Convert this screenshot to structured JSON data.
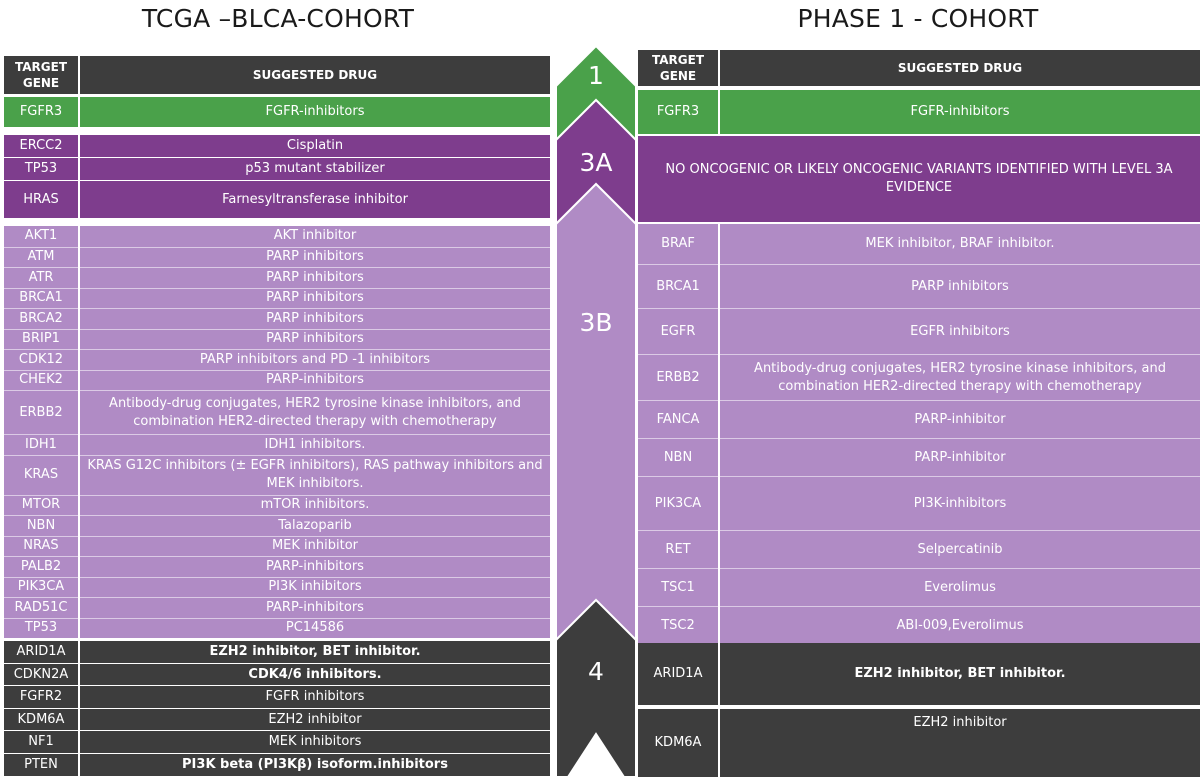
{
  "left_title": "TCGA –BLCA-COHORT",
  "right_title": "PHASE 1 - COHORT",
  "col_gene": "TARGET GENE",
  "col_drug": "SUGGESTED DRUG",
  "levels": {
    "l1": "1",
    "l3a": "3A",
    "l3b": "3B",
    "l4": "4"
  },
  "left": {
    "l1": [
      {
        "gene": "FGFR3",
        "drug": "FGFR-inhibitors"
      }
    ],
    "l3a": [
      {
        "gene": "ERCC2",
        "drug": "Cisplatin"
      },
      {
        "gene": "TP53",
        "drug": "p53 mutant stabilizer"
      },
      {
        "gene": "HRAS",
        "drug": "Farnesyltransferase inhibitor"
      }
    ],
    "l3b": [
      {
        "gene": "AKT1",
        "drug": "AKT inhibitor"
      },
      {
        "gene": "ATM",
        "drug": "PARP inhibitors"
      },
      {
        "gene": "ATR",
        "drug": "PARP inhibitors"
      },
      {
        "gene": "BRCA1",
        "drug": "PARP inhibitors"
      },
      {
        "gene": "BRCA2",
        "drug": "PARP inhibitors"
      },
      {
        "gene": "BRIP1",
        "drug": "PARP inhibitors"
      },
      {
        "gene": "CDK12",
        "drug": "PARP inhibitors and PD -1 inhibitors"
      },
      {
        "gene": "CHEK2",
        "drug": "PARP-inhibitors"
      },
      {
        "gene": "ERBB2",
        "drug": "Antibody-drug conjugates, HER2 tyrosine kinase inhibitors, and combination HER2-directed therapy with chemotherapy"
      },
      {
        "gene": "IDH1",
        "drug": "IDH1 inhibitors."
      },
      {
        "gene": "KRAS",
        "drug": "KRAS G12C inhibitors (± EGFR inhibitors), RAS pathway inhibitors and MEK inhibitors."
      },
      {
        "gene": "MTOR",
        "drug": "mTOR inhibitors."
      },
      {
        "gene": "NBN",
        "drug": "Talazoparib"
      },
      {
        "gene": "NRAS",
        "drug": "MEK inhibitor"
      },
      {
        "gene": "PALB2",
        "drug": "PARP-inhibitors"
      },
      {
        "gene": "PIK3CA",
        "drug": "PI3K inhibitors"
      },
      {
        "gene": "RAD51C",
        "drug": "PARP-inhibitors"
      },
      {
        "gene": "TP53",
        "drug": "PC14586"
      }
    ],
    "l4": [
      {
        "gene": "ARID1A",
        "drug": "EZH2 inhibitor, BET inhibitor.",
        "bold": true
      },
      {
        "gene": "CDKN2A",
        "drug": "CDK4/6 inhibitors.",
        "bold": true
      },
      {
        "gene": "FGFR2",
        "drug": "FGFR inhibitors"
      },
      {
        "gene": "KDM6A",
        "drug": "EZH2 inhibitor"
      },
      {
        "gene": "NF1",
        "drug": "MEK inhibitors"
      },
      {
        "gene": "PTEN",
        "drug": "PI3K beta (PI3Kβ) isoform.inhibitors",
        "bold": true
      }
    ]
  },
  "right": {
    "l1": [
      {
        "gene": "FGFR3",
        "drug": "FGFR-inhibitors"
      }
    ],
    "l3a_note": "NO ONCOGENIC OR LIKELY ONCOGENIC VARIANTS IDENTIFIED WITH LEVEL 3A EVIDENCE",
    "l3b": [
      {
        "gene": "BRAF",
        "drug": "MEK inhibitor, BRAF inhibitor."
      },
      {
        "gene": "BRCA1",
        "drug": "PARP inhibitors"
      },
      {
        "gene": "EGFR",
        "drug": "EGFR inhibitors"
      },
      {
        "gene": "ERBB2",
        "drug": "Antibody-drug conjugates, HER2 tyrosine kinase inhibitors, and combination HER2-directed therapy with chemotherapy"
      },
      {
        "gene": "FANCA",
        "drug": "PARP-inhibitor"
      },
      {
        "gene": "NBN",
        "drug": "PARP-inhibitor"
      },
      {
        "gene": "PIK3CA",
        "drug": "PI3K-inhibitors"
      },
      {
        "gene": "RET",
        "drug": "Selpercatinib"
      },
      {
        "gene": "TSC1",
        "drug": "Everolimus"
      },
      {
        "gene": "TSC2",
        "drug": "ABI-009,Everolimus"
      }
    ],
    "l4": [
      {
        "gene": "ARID1A",
        "drug": "EZH2 inhibitor, BET inhibitor.",
        "bold": true
      },
      {
        "gene": "KDM6A",
        "drug": "EZH2 inhibitor",
        "align_top": true
      }
    ]
  },
  "colors": {
    "green": "#4aa14a",
    "purple": "#7e3d8d",
    "lilac": "#b08bc5",
    "dark": "#3d3d3d"
  }
}
